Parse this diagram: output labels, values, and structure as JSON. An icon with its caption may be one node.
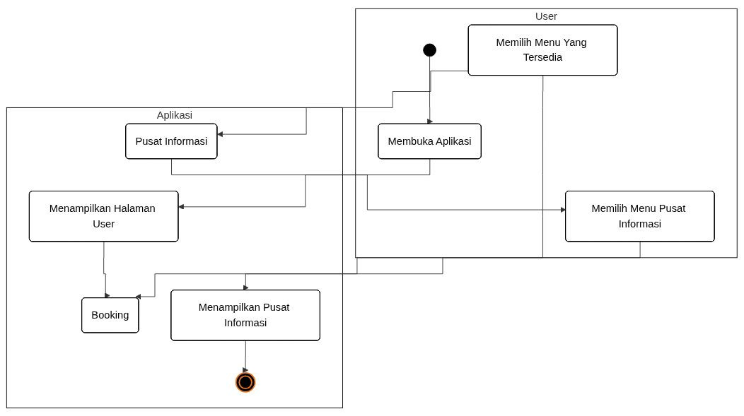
{
  "diagram": {
    "nodes": [
      {
        "text": [
          "User"
        ]
      },
      {
        "text": [
          "Aplikasi"
        ]
      },
      {
        "text": [],
        "shape": "circle",
        "in": 0
      },
      {
        "text": [
          "Membuka Aplikasi"
        ],
        "in": 0
      },
      {
        "text": [
          "Menampilkan Halaman User"
        ],
        "in": 1
      },
      {
        "text": [
          "Memilih Menu Yang Tersedia"
        ],
        "in": 0
      },
      {
        "text": [
          "Booking"
        ],
        "in": 1
      },
      {
        "text": [
          "Pusat Informasi"
        ],
        "in": 1
      },
      {
        "text": [
          "Memilih Menu Pusat Informasi"
        ],
        "in": 0
      },
      {
        "text": [
          "Menampilkan Pusat Informasi"
        ],
        "in": 1
      },
      {
        "text": [],
        "shape": "circle",
        "in": 1
      }
    ],
    "edges": [
      {
        "from": 2,
        "to": 3,
        "arrow": "to"
      },
      {
        "from": 3,
        "to": 4,
        "arrow": "to"
      },
      {
        "from": 4,
        "to": 6,
        "arrow": "to"
      },
      {
        "from": 5,
        "to": 6,
        "arrow": "to"
      },
      {
        "from": 5,
        "to": 7,
        "arrow": "to"
      },
      {
        "from": 7,
        "to": 8,
        "arrow": "to"
      },
      {
        "from": 8,
        "to": 9,
        "arrow": "to"
      },
      {
        "from": 9,
        "to": 10,
        "arrow": "to"
      }
    ]
  }
}
